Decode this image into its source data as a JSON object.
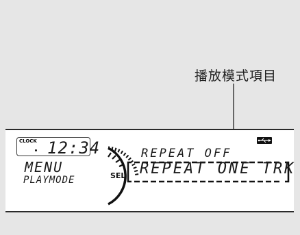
{
  "callout": {
    "label": "播放模式項目"
  },
  "display": {
    "clock_label": "CLOCK",
    "clock_time": "12:34",
    "menu": "MENU",
    "playmode": "PLAYMODE",
    "sel_label": "SEL",
    "repeat_off": "REPEAT OFF",
    "repeat_one": "REPEAT ONE TRK",
    "usb_icon": "usb-icon"
  }
}
